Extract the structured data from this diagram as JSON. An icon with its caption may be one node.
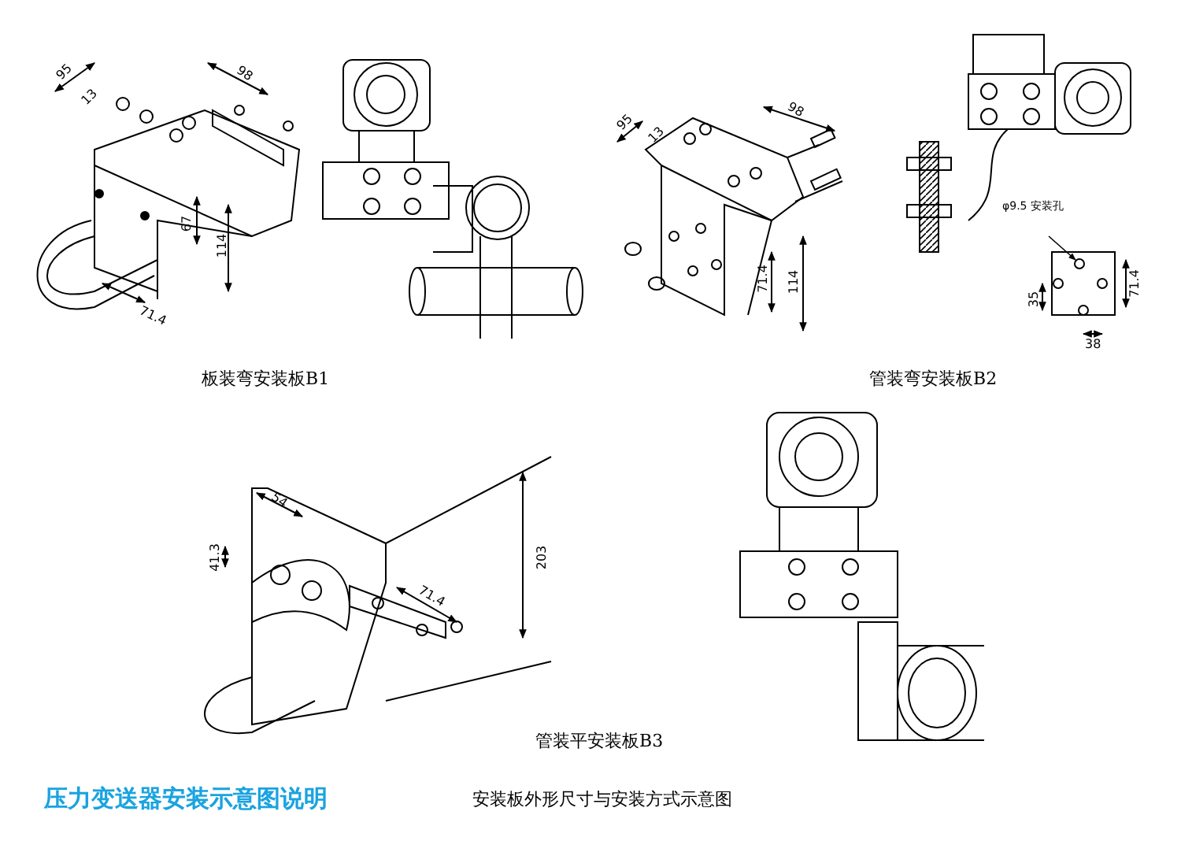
{
  "diagram": {
    "title": "压力变送器安装示意图说明",
    "caption": "安装板外形尺寸与安装方式示意图",
    "nodes": [
      {
        "text": [
          "φ9.5 安装孔"
        ]
      },
      {
        "text": [],
        "shape": "circle"
      }
    ],
    "edges": [
      {
        "from": 0,
        "to": 1,
        "arrow": "to"
      }
    ],
    "labels": [
      "95",
      "13",
      "98",
      "67",
      "114",
      "71.4",
      "板装弯安装板B1",
      "95",
      "13",
      "98",
      "71.4",
      "114",
      "管装弯安装板B2",
      "71.4",
      "35",
      "38",
      "54",
      "41.3",
      "71.4",
      "203",
      "管装平安装板B3"
    ]
  }
}
